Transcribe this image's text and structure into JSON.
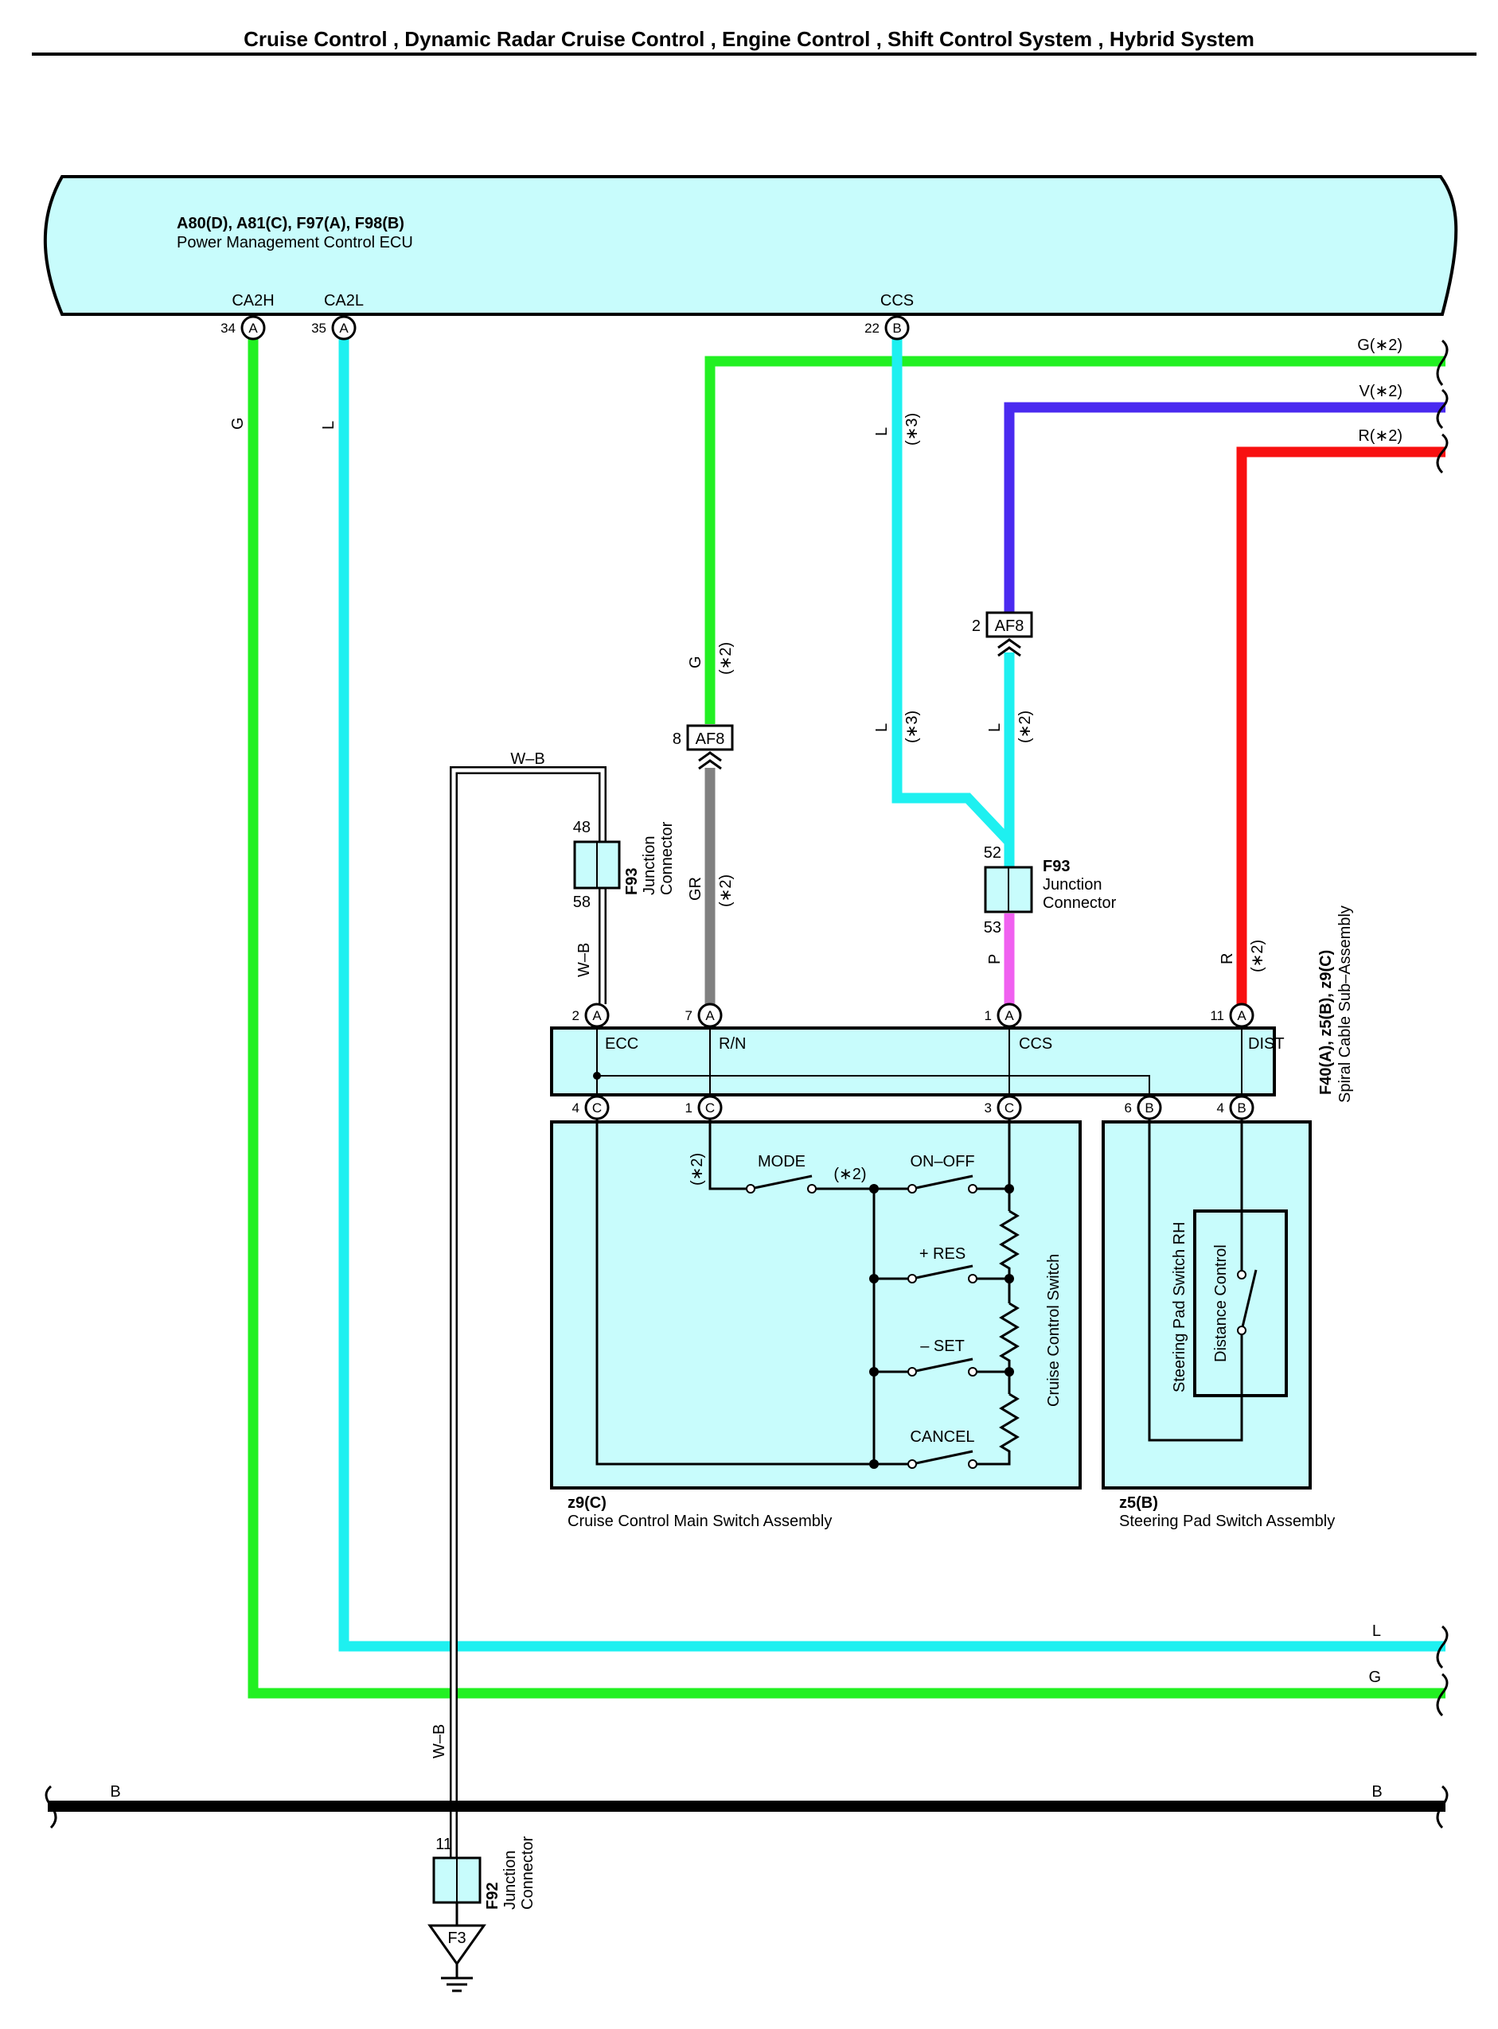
{
  "title": "Cruise Control , Dynamic Radar Cruise Control , Engine Control , Shift Control System , Hybrid System",
  "colors": {
    "G": "#22f022",
    "L": "#1ef0f0",
    "V": "#4a2af0",
    "R": "#f81010",
    "GR": "#808080",
    "P": "#f060f0",
    "B": "#000000",
    "fill": "#c8fcfc"
  },
  "ecu": {
    "code": "A80(D), A81(C), F97(A), F98(B)",
    "name": "Power Management Control ECU",
    "terminals": [
      {
        "name": "CA2H",
        "pin": "34",
        "conn": "A"
      },
      {
        "name": "CA2L",
        "pin": "35",
        "conn": "A"
      },
      {
        "name": "CCS",
        "pin": "22",
        "conn": "B"
      }
    ]
  },
  "wires": {
    "ca2h": "G",
    "ca2l": "L",
    "ccs_top": "L",
    "ccs_note": "(∗3)",
    "g2_label": "G(∗2)",
    "v2_label": "V(∗2)",
    "r2_label": "R(∗2)",
    "g_af8": "G",
    "g_af8_note": "(∗2)",
    "gr": "GR",
    "gr_note": "(∗2)",
    "l_af8": "L",
    "l_af8_note": "(∗2)",
    "l_ccs2": "L",
    "l_ccs2_note": "(∗3)",
    "p": "P",
    "r": "R",
    "r_note": "(∗2)",
    "wb_top": "W–B",
    "wb_mid": "W–B",
    "wb_low": "W–B",
    "l_bottom": "L",
    "g_bottom": "G",
    "b_left": "B",
    "b_right": "B"
  },
  "connectors": {
    "af8_right": {
      "label": "AF8",
      "pin": "2"
    },
    "af8_left": {
      "label": "AF8",
      "pin": "8"
    },
    "f93_left": {
      "code": "F93",
      "name1": "Junction",
      "name2": "Connector",
      "pin_top": "48",
      "pin_bot": "58"
    },
    "f93_right": {
      "code": "F93",
      "name1": "Junction",
      "name2": "Connector",
      "pin_top": "52",
      "pin_bot": "53"
    },
    "f92": {
      "code": "F92",
      "name1": "Junction",
      "name2": "Connector",
      "pin": "11"
    },
    "ground": "F3"
  },
  "spiral": {
    "code": "F40(A), z5(B), z9(C)",
    "name": "Spiral Cable Sub–Assembly",
    "top_pins": [
      {
        "pin": "2",
        "conn": "A",
        "label": "ECC"
      },
      {
        "pin": "7",
        "conn": "A",
        "label": "R/N"
      },
      {
        "pin": "1",
        "conn": "A",
        "label": "CCS"
      },
      {
        "pin": "11",
        "conn": "A",
        "label": "DIST"
      }
    ],
    "bottom_pins": [
      {
        "pin": "4",
        "conn": "C"
      },
      {
        "pin": "1",
        "conn": "C"
      },
      {
        "pin": "3",
        "conn": "C"
      },
      {
        "pin": "6",
        "conn": "B"
      },
      {
        "pin": "4",
        "conn": "B"
      }
    ]
  },
  "main_switch": {
    "code": "z9(C)",
    "name": "Cruise Control Main Switch Assembly",
    "switch_name": "Cruise Control Switch",
    "mode": "MODE",
    "mode_note": "(∗2)",
    "mode_note2": "(∗2)",
    "on_off": "ON–OFF",
    "res": "+ RES",
    "set": "– SET",
    "cancel": "CANCEL"
  },
  "pad_switch": {
    "code": "z5(B)",
    "name": "Steering Pad Switch Assembly",
    "label": "Steering Pad Switch RH",
    "inner": "Distance Control"
  }
}
